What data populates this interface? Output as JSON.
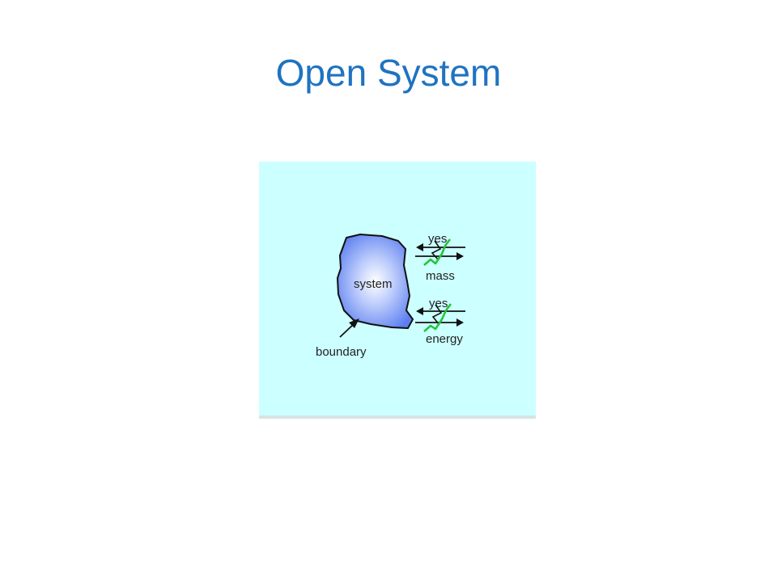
{
  "slide": {
    "title": "Open System"
  },
  "diagram": {
    "system_label": "system",
    "boundary_label": "boundary",
    "mass_answer": "yes",
    "mass_label": "mass",
    "energy_answer": "yes",
    "energy_label": "energy"
  },
  "colors": {
    "title": "#1F73C0",
    "panel_background": "#CCFFFF",
    "system_fill_center": "#FFFFFF",
    "system_fill_edge": "#5C7FF0",
    "squiggle": "#22C43A",
    "arrows": "#111111"
  }
}
